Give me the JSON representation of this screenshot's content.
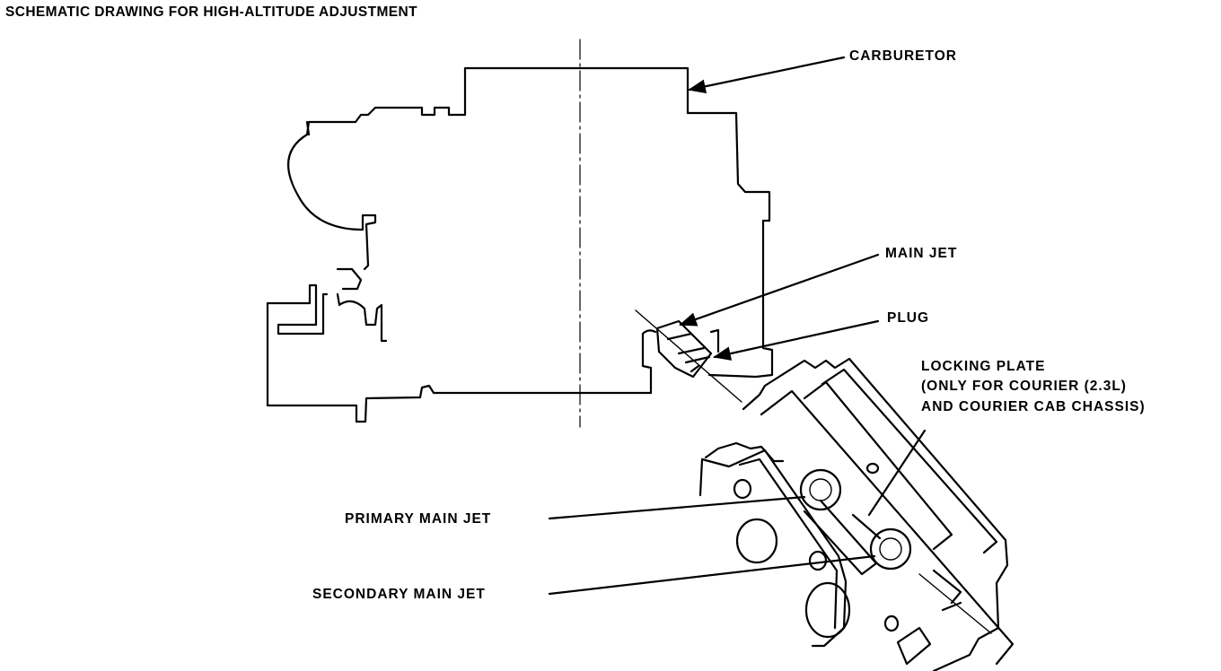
{
  "diagram": {
    "title": "SCHEMATIC DRAWING FOR HIGH-ALTITUDE ADJUSTMENT",
    "labels": {
      "carburetor": "CARBURETOR",
      "main_jet": "MAIN JET",
      "plug": "PLUG",
      "locking_plate_line1": "LOCKING PLATE",
      "locking_plate_line2": "(ONLY FOR COURIER (2.3L)",
      "locking_plate_line3": "AND COURIER CAB CHASSIS)",
      "primary_main_jet": "PRIMARY MAIN JET",
      "secondary_main_jet": "SECONDARY MAIN JET"
    }
  }
}
